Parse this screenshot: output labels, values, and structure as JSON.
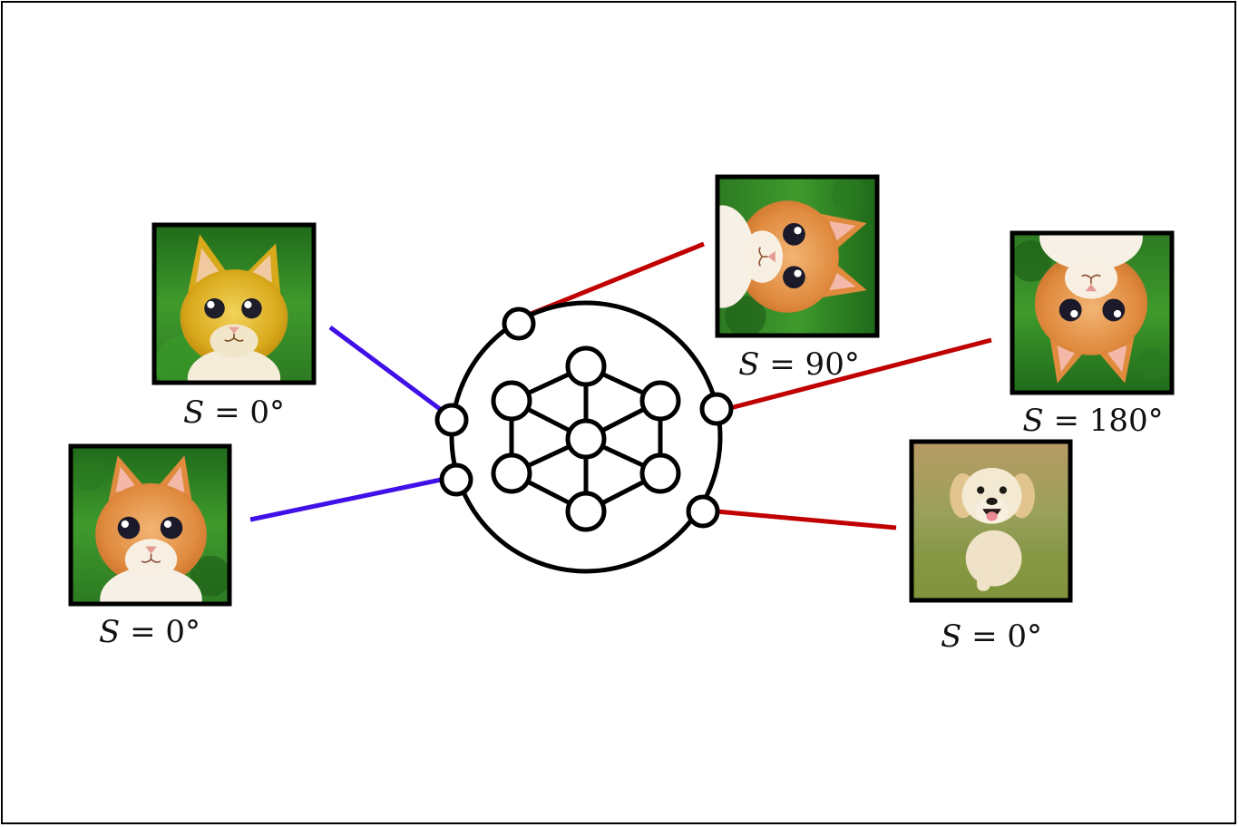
{
  "diagram": {
    "colors": {
      "positive_edge": "#4010e8",
      "negative_edge": "#c00000",
      "outline": "#000000",
      "node_fill": "#ffffff"
    },
    "images": [
      {
        "id": "kitten-top-left",
        "subject": "kitten",
        "caption_var": "S",
        "caption_rest": " = 0°",
        "edge": "positive"
      },
      {
        "id": "kitten-bottom-left",
        "subject": "kitten",
        "caption_var": "S",
        "caption_rest": " = 0°",
        "edge": "positive"
      },
      {
        "id": "kitten-rot-90",
        "subject": "kitten-rotated-90",
        "caption_var": "S",
        "caption_rest": " = 90°",
        "edge": "negative"
      },
      {
        "id": "kitten-rot-180",
        "subject": "kitten-rotated-180",
        "caption_var": "S",
        "caption_rest": " = 180°",
        "edge": "negative"
      },
      {
        "id": "puppy",
        "subject": "puppy",
        "caption_var": "S",
        "caption_rest": " = 0°",
        "edge": "negative"
      }
    ],
    "central_icon": "network-graph-icon"
  }
}
